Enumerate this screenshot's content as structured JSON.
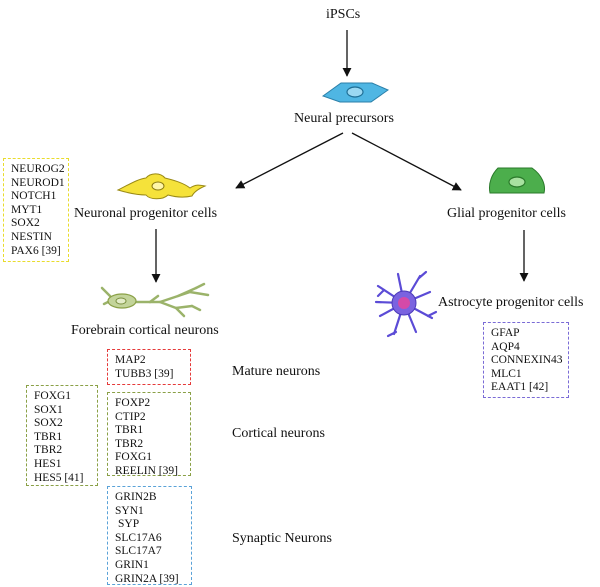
{
  "nodes": {
    "ipsc": "iPSCs",
    "neural_precursors": "Neural precursors",
    "neuronal_progenitor": "Neuronal progenitor cells",
    "glial_progenitor": "Glial progenitor cells",
    "forebrain_neurons": "Forebrain cortical neurons",
    "astrocyte_progenitor": "Astrocyte progenitor cells",
    "mature_neurons": "Mature neurons",
    "cortical_neurons": "Cortical neurons",
    "synaptic_neurons": "Synaptic Neurons"
  },
  "marker_boxes": {
    "neuronal_progenitor": [
      "NEUROG2",
      "NEUROD1",
      "NOTCH1",
      "MYT1",
      "SOX2",
      "NESTIN",
      "PAX6  [39]"
    ],
    "mature": [
      "MAP2",
      "TUBB3 [39]"
    ],
    "forebrain_left": [
      "FOXG1",
      "SOX1",
      "SOX2",
      "TBR1",
      "TBR2",
      "HES1",
      "HES5 [41]"
    ],
    "cortical": [
      "FOXP2",
      "CTIP2",
      "TBR1",
      "TBR2",
      "FOXG1",
      "REELIN [39]"
    ],
    "synaptic": [
      "GRIN2B",
      "SYN1",
      "SYP",
      "SLC17A6",
      "SLC17A7",
      "GRIN1",
      "GRIN2A [39]"
    ],
    "astrocyte": [
      "GFAP",
      "AQP4",
      "CONNEXIN43",
      "MLC1",
      "EAAT1 [42]"
    ]
  },
  "colors": {
    "precursor_cell": "#4fb6e3",
    "neuronal_cell": "#f5e23a",
    "glial_cell": "#4cae4c",
    "neuron_cell": "#c3d49a",
    "astrocyte_cell": "#5b4bd6",
    "box_yellow": "#e9dc2c",
    "box_red": "#e53a3a",
    "box_green": "#8aa046",
    "box_blue": "#5aa2d8",
    "box_purple": "#7a6bd6"
  }
}
